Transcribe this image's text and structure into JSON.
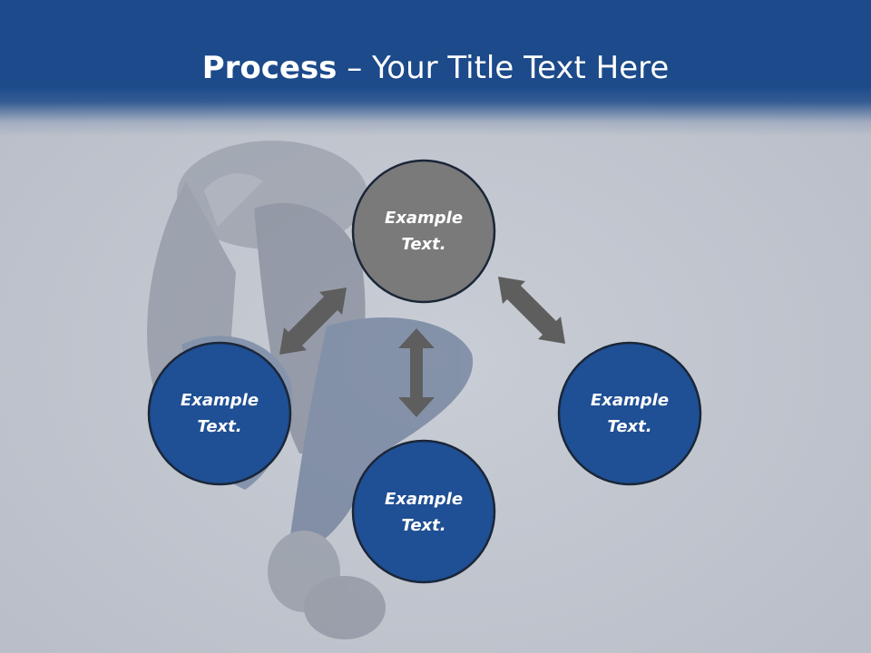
{
  "title": {
    "bold": "Process",
    "rest": " – Your Title Text Here"
  },
  "nodes": [
    {
      "line1": "Example",
      "line2": "Text.",
      "color": "#7a7a7a"
    },
    {
      "line1": "Example",
      "line2": "Text.",
      "color": "#1f4f94"
    },
    {
      "line1": "Example",
      "line2": "Text.",
      "color": "#1f4f94"
    },
    {
      "line1": "Example",
      "line2": "Text.",
      "color": "#1f4f94"
    }
  ],
  "colors": {
    "header": "#1c4a8a",
    "arrow": "#5e5e5e",
    "circle_stroke": "#1a2638",
    "text": "#ffffff"
  }
}
